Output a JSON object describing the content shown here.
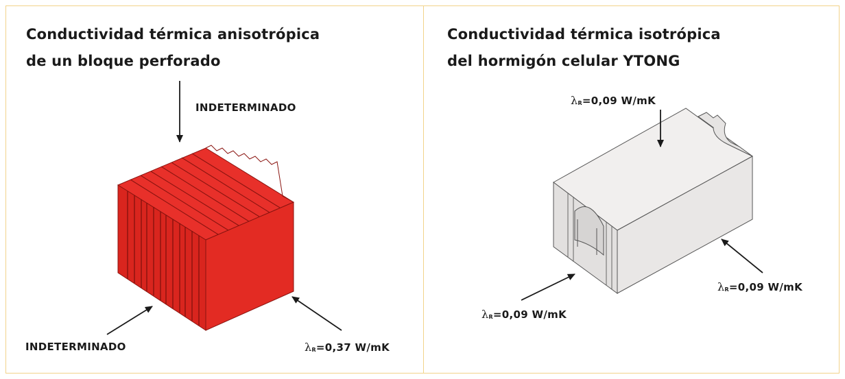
{
  "left_panel": {
    "title_line1": "Conductividad térmica anisotrópica",
    "title_line2": "de un bloque perforado",
    "label_top": "INDETERMINADO",
    "label_bottom_left": "INDETERMINADO",
    "label_right": {
      "symbol": "λ",
      "subscript": "R",
      "value": "=0,37 W/mK"
    },
    "block_color": "#e32b23"
  },
  "right_panel": {
    "title_line1": "Conductividad térmica isotrópica",
    "title_line2": "del hormigón celular YTONG",
    "label_top": {
      "symbol": "λ",
      "subscript": "R",
      "value": "=0,09 W/mK"
    },
    "label_right": {
      "symbol": "λ",
      "subscript": "R",
      "value": "=0,09 W/mK"
    },
    "label_bottom_left": {
      "symbol": "λ",
      "subscript": "R",
      "value": "=0,09 W/mK"
    },
    "block_color": "#eeecec"
  },
  "border_color": "#f2d38a"
}
